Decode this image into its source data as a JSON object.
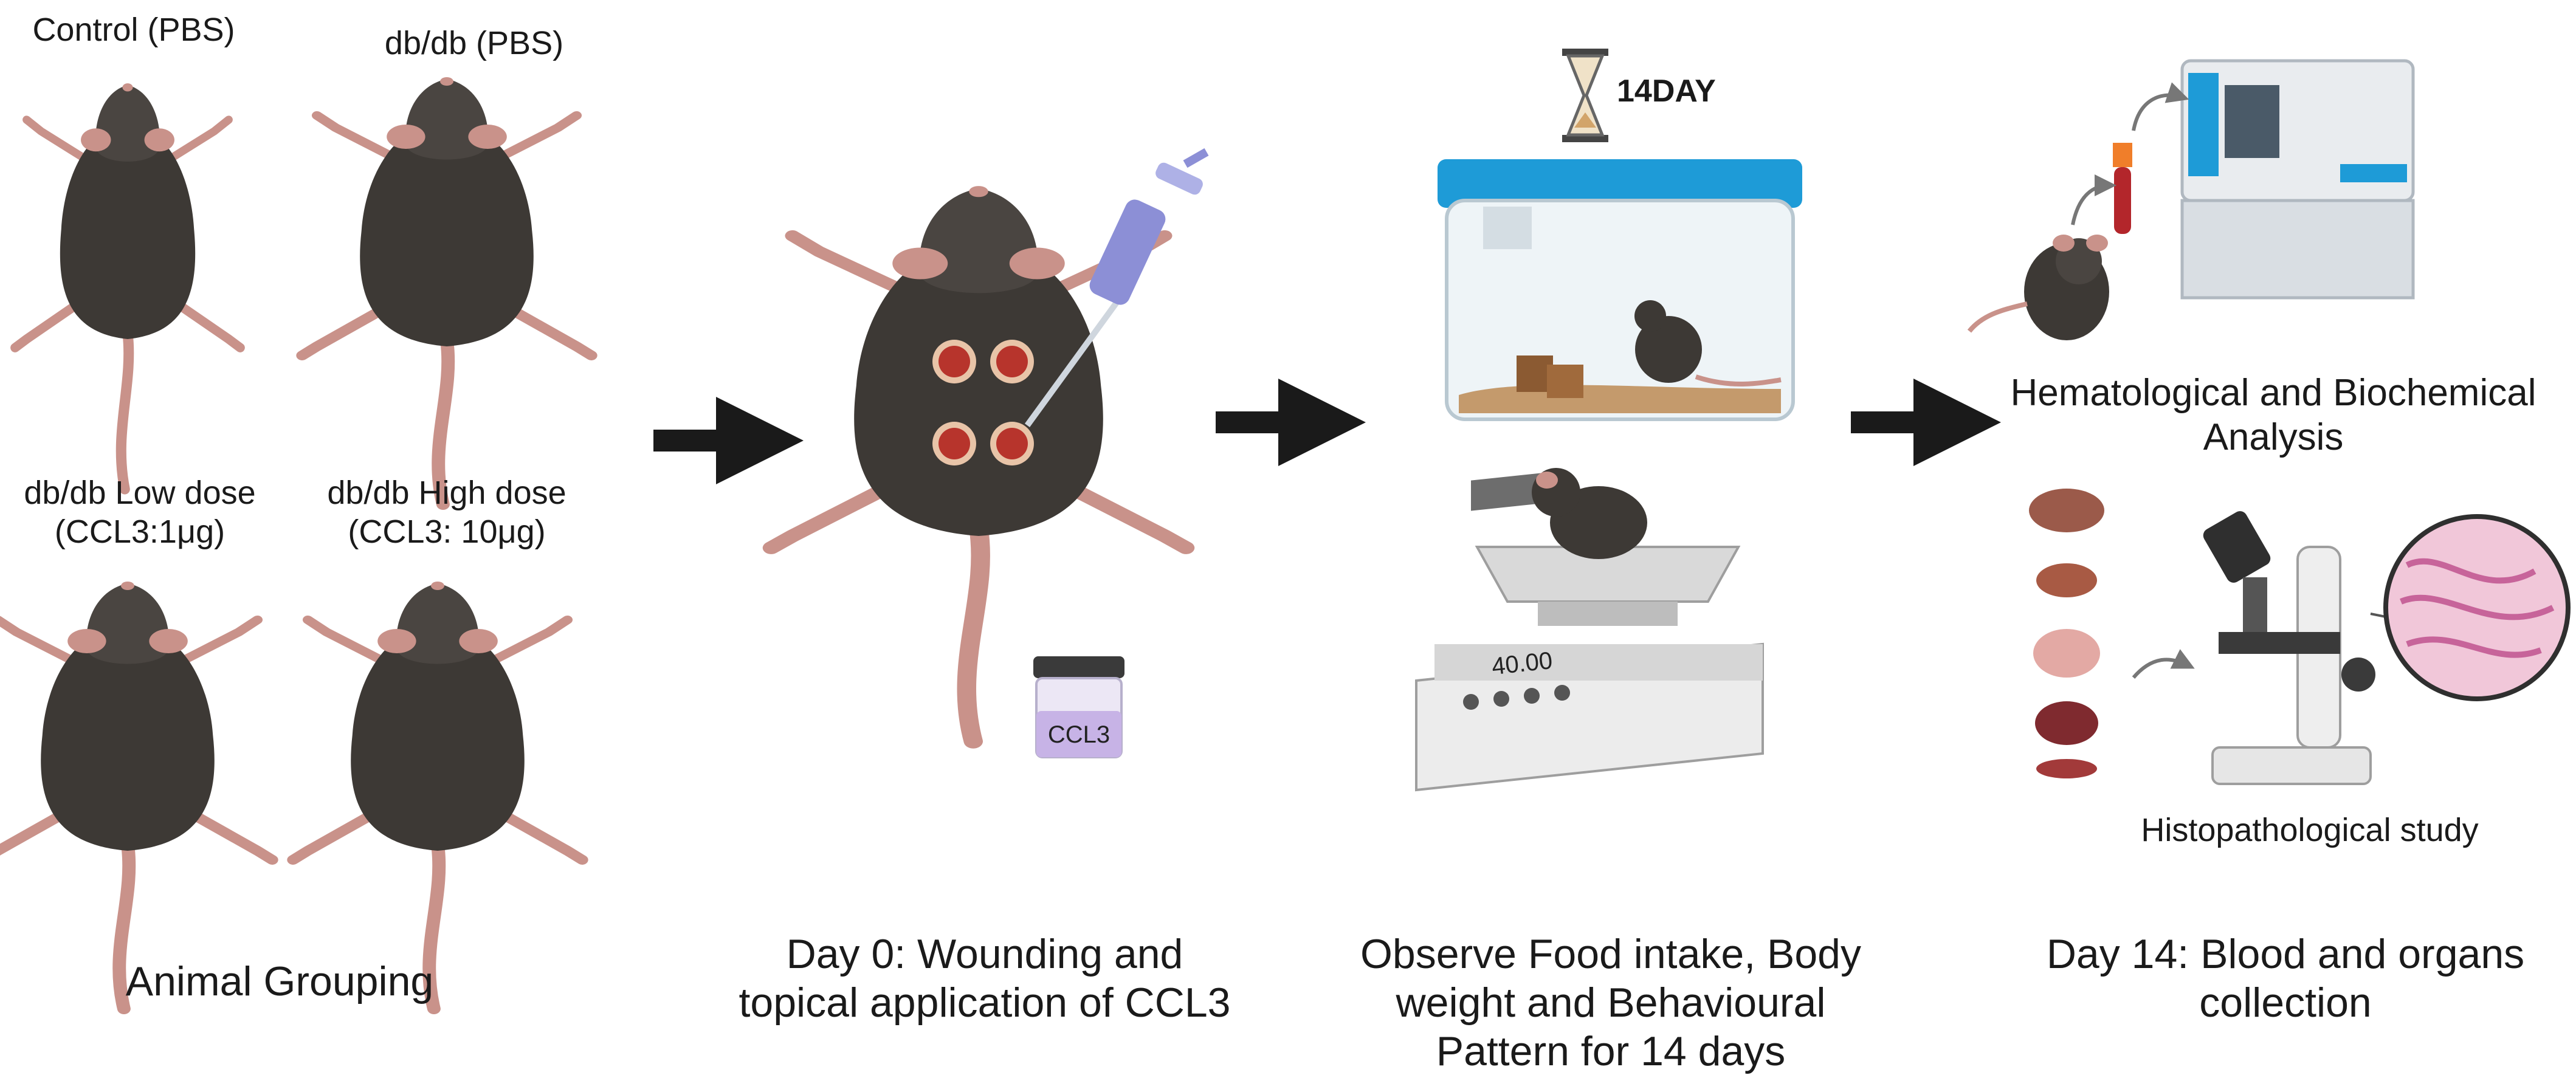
{
  "groups": {
    "control": "Control (PBS)",
    "dbdb": "db/db (PBS)",
    "low": "db/db Low dose\n(CCL3:1μg)",
    "high": "db/db High dose\n(CCL3: 10μg)",
    "caption": "Animal Grouping"
  },
  "day0": {
    "vial_label": "CCL3",
    "caption": "Day 0: Wounding and\ntopical application of CCL3"
  },
  "observe": {
    "timer_label": "14DAY",
    "scale_display": "40.00",
    "caption": "Observe Food intake, Body\nweight and Behavioural\nPattern for 14 days"
  },
  "collection": {
    "analysis_label": "Hematological and Biochemical\nAnalysis",
    "histo_label": "Histopathological study",
    "caption": "Day 14: Blood and organs\ncollection"
  },
  "colors": {
    "mouse_body": "#3d3935",
    "mouse_pink": "#c9928a",
    "wound": "#b7342c",
    "cage_lid": "#1e9bd7",
    "pipette": "#8c8fd6",
    "arrow": "#1a1a1a"
  }
}
